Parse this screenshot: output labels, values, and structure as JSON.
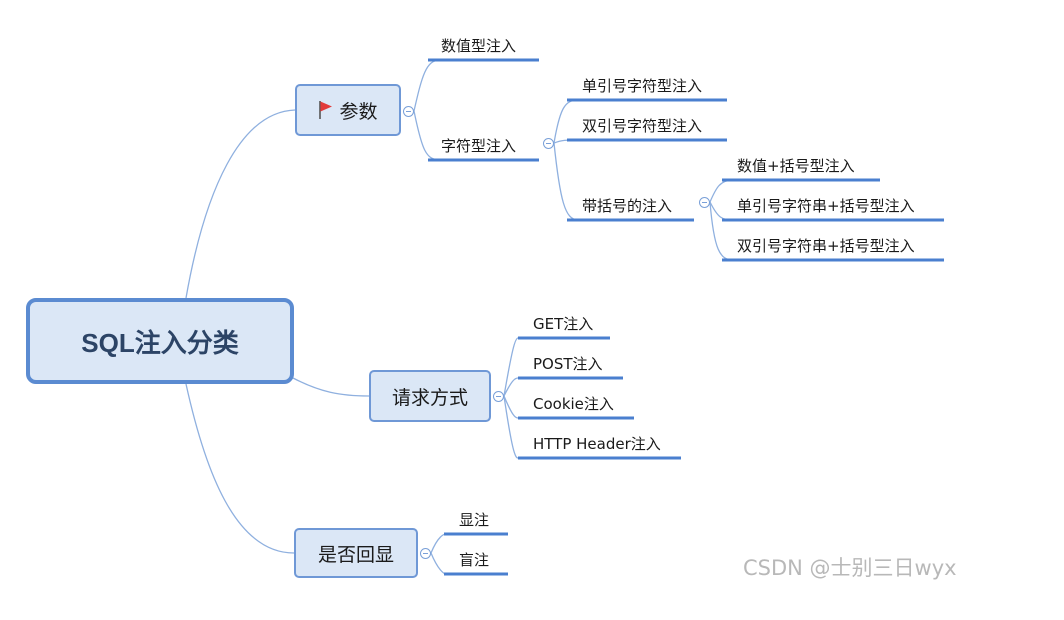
{
  "root": {
    "label": "SQL注入分类"
  },
  "branches": {
    "params": {
      "label": "参数",
      "icon": "red-flag-icon",
      "children": {
        "numeric": "数值型注入",
        "string": {
          "label": "字符型注入",
          "children": {
            "single": "单引号字符型注入",
            "double": "双引号字符型注入",
            "paren": {
              "label": "带括号的注入",
              "children": [
                "数值+括号型注入",
                "单引号字符串+括号型注入",
                "双引号字符串+括号型注入"
              ]
            }
          }
        }
      }
    },
    "method": {
      "label": "请求方式",
      "children": [
        "GET注入",
        "POST注入",
        "Cookie注入",
        "HTTP Header注入"
      ]
    },
    "echo": {
      "label": "是否回显",
      "children": [
        "显注",
        "盲注"
      ]
    }
  },
  "watermark": "CSDN @士别三日wyx",
  "colors": {
    "line": "#8fb0df",
    "underline": "#4a7fcf",
    "node_fill": "#dbe7f6",
    "node_border": "#6f98d6",
    "flag": "#e23b3b"
  }
}
